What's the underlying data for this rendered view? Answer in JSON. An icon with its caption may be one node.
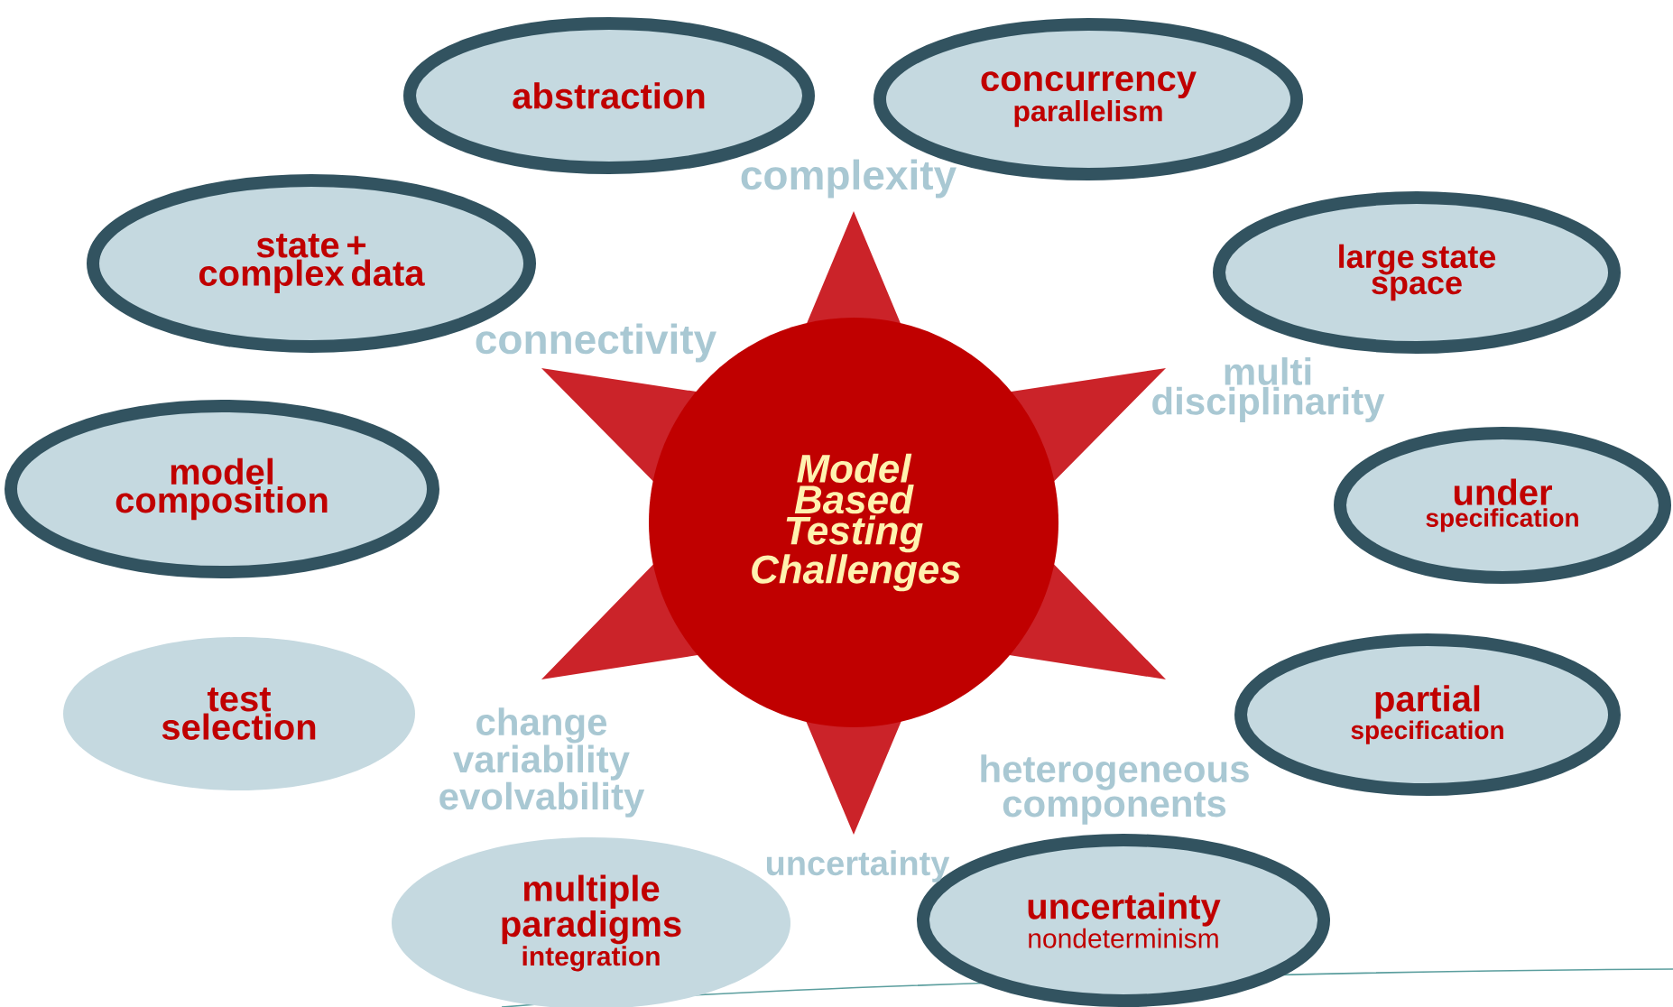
{
  "diagram": {
    "nodes": [
      {
        "text": [
          "abstraction"
        ]
      },
      {
        "text": [
          "concurrency",
          "parallelism"
        ]
      },
      {
        "text": [
          "state + complex data"
        ]
      },
      {
        "text": [
          "large state space"
        ]
      },
      {
        "text": [
          "model composition"
        ]
      },
      {
        "text": [
          "Model Based Testing Challenges"
        ]
      },
      {
        "text": [
          "under",
          "specification"
        ]
      },
      {
        "text": [
          "test selection"
        ]
      },
      {
        "text": [
          "partial",
          "specification"
        ]
      },
      {
        "text": [
          "multiple paradigms",
          "integration"
        ]
      },
      {
        "text": [
          "uncertainty",
          "nondeterminism"
        ]
      }
    ],
    "labels": [
      "complexity",
      "connectivity",
      "multi disciplinarity",
      "change variability evolvability",
      "heterogeneous components",
      "uncertainty"
    ]
  }
}
